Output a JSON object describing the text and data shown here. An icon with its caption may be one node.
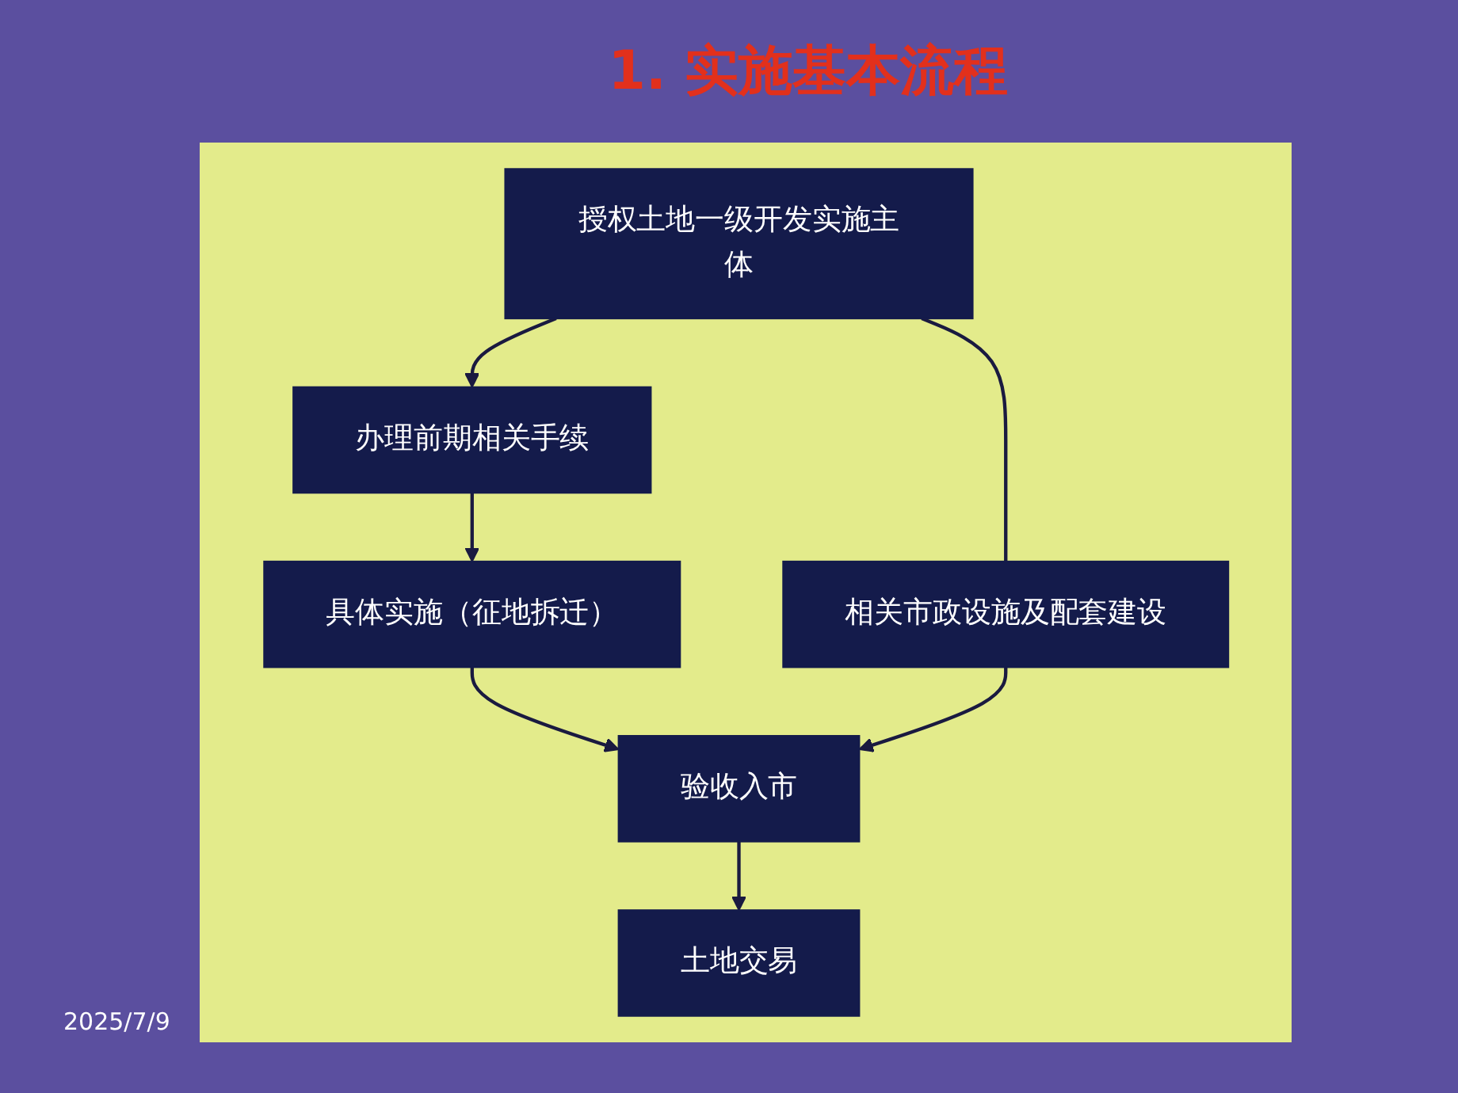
{
  "diagram": {
    "title": "1. 实施基本流程",
    "nodes": [
      {
        "text": [
          "授权土地一级开发实施主体"
        ]
      },
      {
        "text": [
          "办理前期相关手续"
        ]
      },
      {
        "text": [
          "具体实施（征地拆迁）"
        ]
      },
      {
        "text": [
          "验收入市"
        ]
      },
      {
        "text": [
          "土地交易"
        ]
      },
      {
        "text": [
          "相关市政设施及配套建设"
        ]
      }
    ],
    "edges": [
      {
        "from": 0,
        "to": 1,
        "arrow": "to"
      },
      {
        "from": 1,
        "to": 2,
        "arrow": "to"
      },
      {
        "from": 2,
        "to": 3,
        "arrow": "to"
      },
      {
        "from": 3,
        "to": 4,
        "arrow": "to"
      },
      {
        "from": 0,
        "to": 5,
        "arrow": "none"
      },
      {
        "from": 5,
        "to": 3,
        "arrow": "to"
      }
    ],
    "labels": [
      "2025/7/9"
    ]
  }
}
